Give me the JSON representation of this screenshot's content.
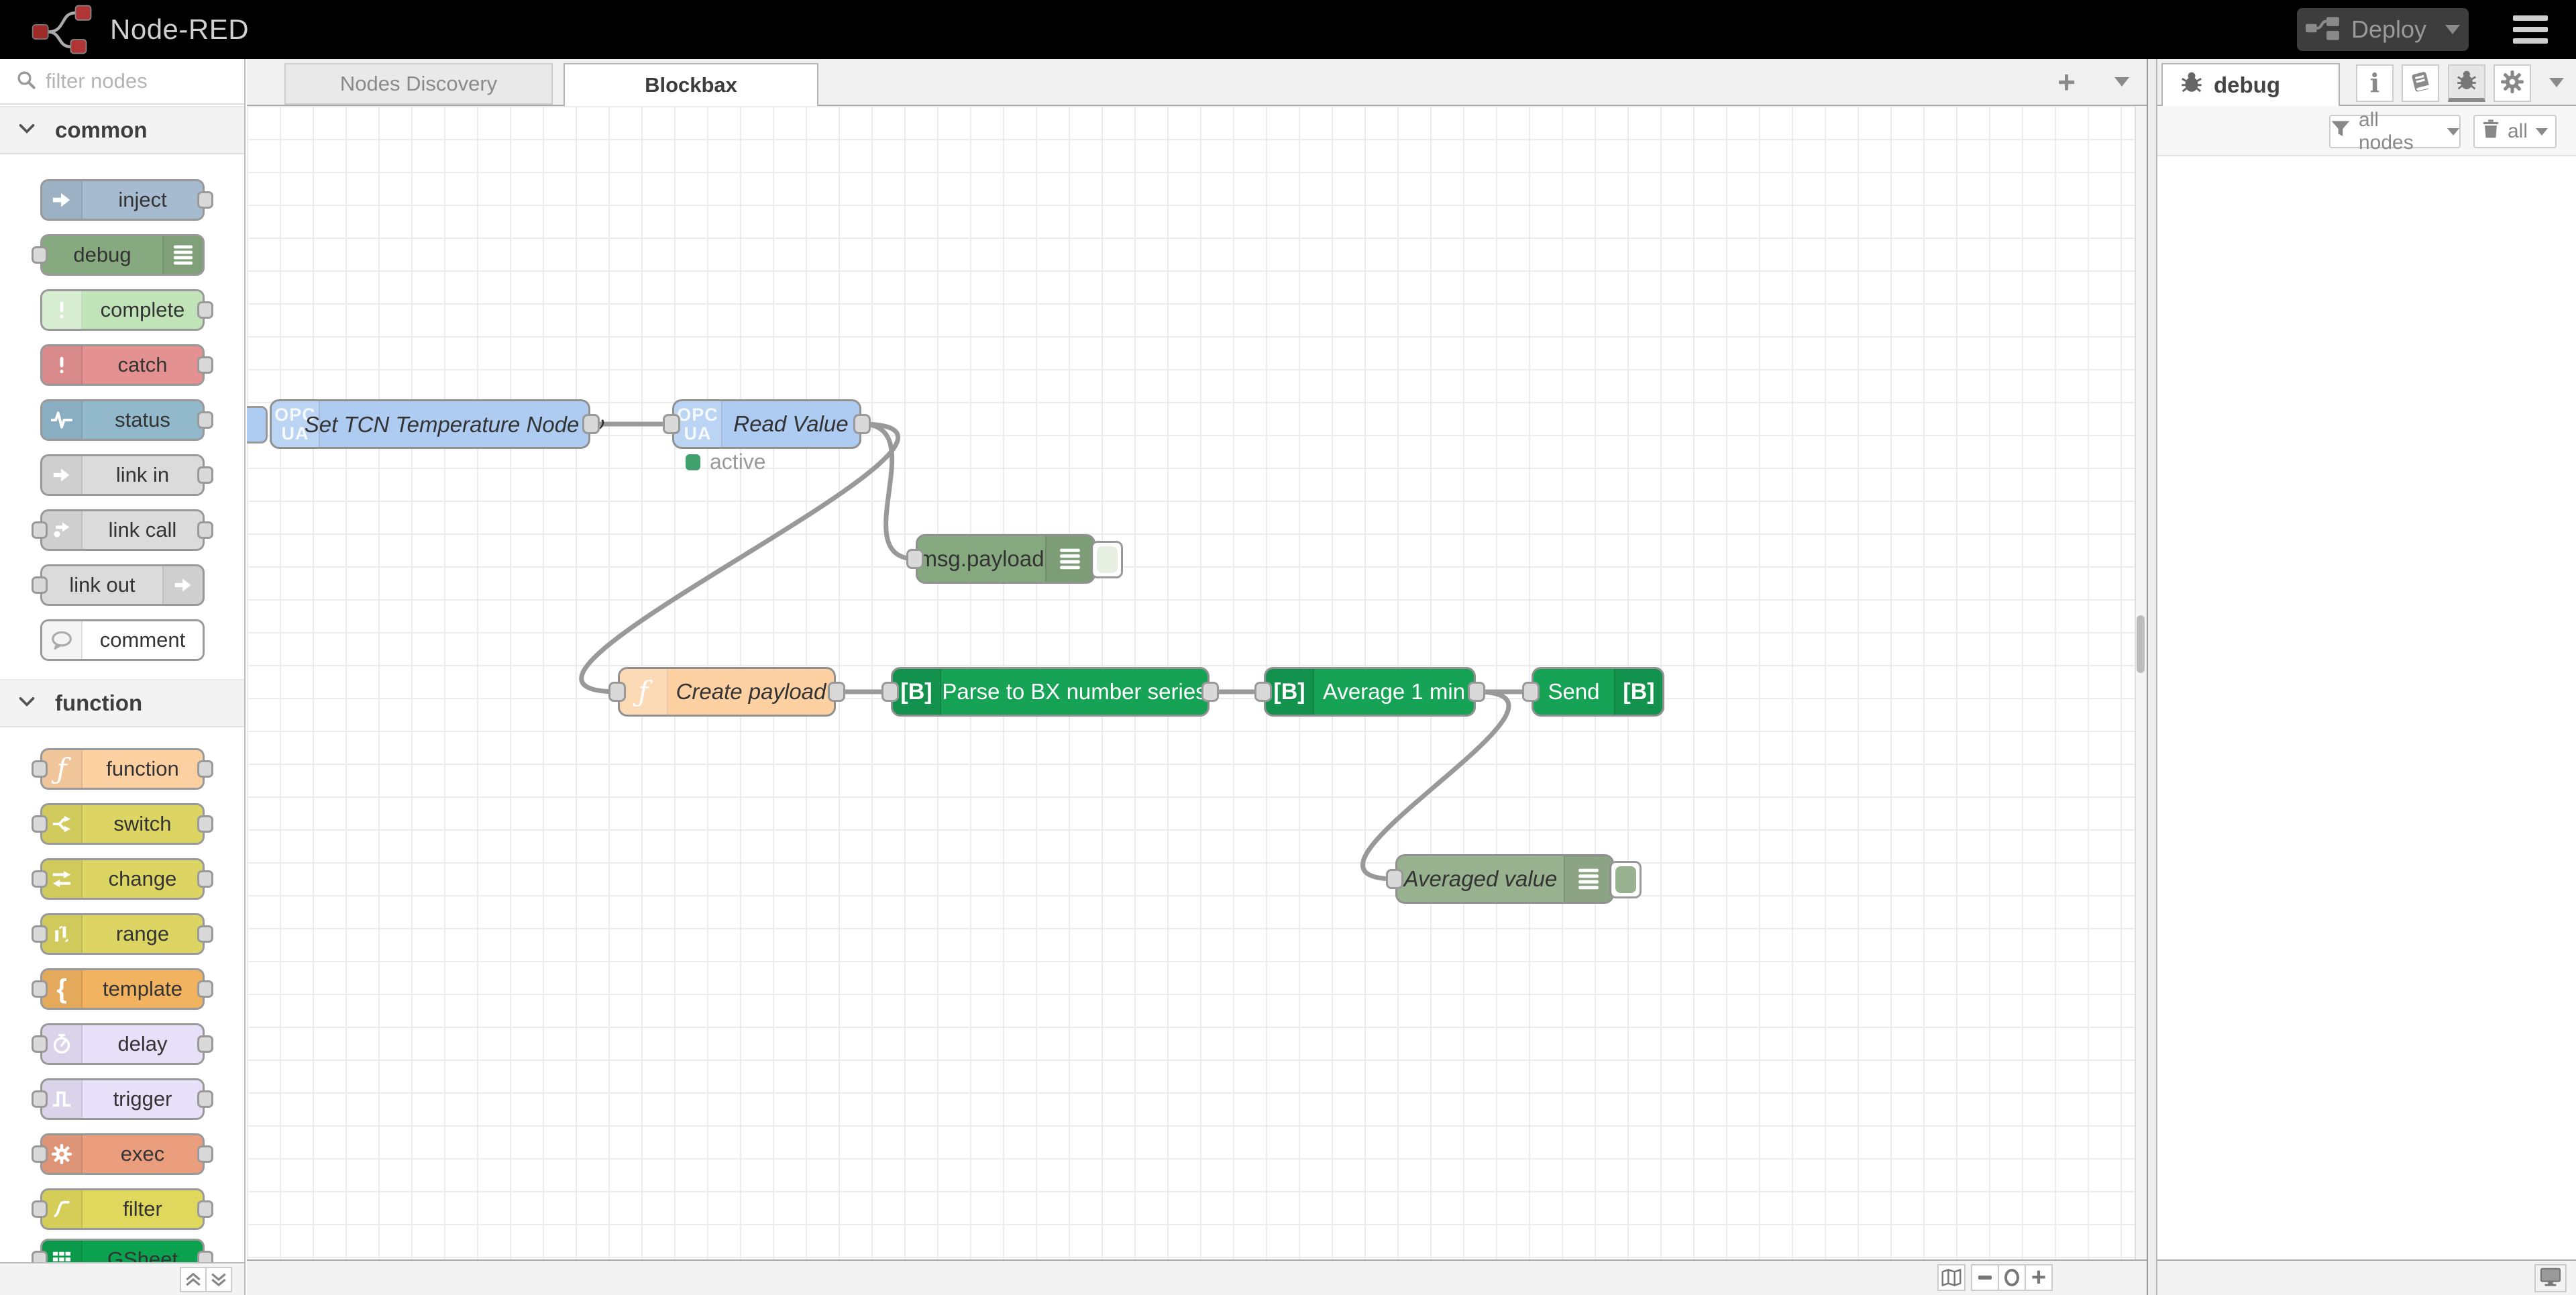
{
  "header": {
    "title": "Node-RED",
    "deploy_label": "Deploy"
  },
  "palette": {
    "filter_placeholder": "filter nodes",
    "categories": [
      {
        "label": "common",
        "items": [
          {
            "label": "inject"
          },
          {
            "label": "debug"
          },
          {
            "label": "complete"
          },
          {
            "label": "catch"
          },
          {
            "label": "status"
          },
          {
            "label": "link in"
          },
          {
            "label": "link call"
          },
          {
            "label": "link out"
          },
          {
            "label": "comment"
          }
        ]
      },
      {
        "label": "function",
        "items": [
          {
            "label": "function"
          },
          {
            "label": "switch"
          },
          {
            "label": "change"
          },
          {
            "label": "range"
          },
          {
            "label": "template"
          },
          {
            "label": "delay"
          },
          {
            "label": "trigger"
          },
          {
            "label": "exec"
          },
          {
            "label": "filter"
          },
          {
            "label": "GSheet"
          }
        ]
      }
    ]
  },
  "workspace": {
    "tabs": [
      {
        "label": "Nodes Discovery"
      },
      {
        "label": "Blockbax"
      }
    ]
  },
  "flow": {
    "opc_icon": {
      "line1": "OPC",
      "line2": "UA"
    },
    "bx_icon": "[B]",
    "nodes": [
      {
        "label": "Set TCN Temperature Node ↻"
      },
      {
        "label": "Read Value",
        "status": "active"
      },
      {
        "label": "msg.payload"
      },
      {
        "label": "Create payload"
      },
      {
        "label": "Parse to BX number series"
      },
      {
        "label": "Average 1 min"
      },
      {
        "label": "Send"
      },
      {
        "label": "Averaged value"
      }
    ]
  },
  "sidebar": {
    "tab_label": "debug",
    "filter_label": "all nodes",
    "clear_label": "all"
  },
  "icons": {
    "logo": "node-red-logo",
    "menu": "hamburger",
    "deploy": "deploy-nodes",
    "search": "magnifier",
    "category_chevron": "chevron-down",
    "info": "i",
    "help": "book",
    "debug": "bug",
    "settings": "gear",
    "filter": "funnel",
    "clear": "trash-can",
    "open_window": "monitor",
    "navigator": "folded-map",
    "zoom_out": "minus",
    "zoom_reset": "circle",
    "zoom_in": "plus",
    "palette_collapse": "double-chevron-up",
    "palette_expand": "double-chevron-down"
  },
  "colors": {
    "header_bg": "#000000",
    "deploy_bg": "#3d3d3d",
    "accent_red": "#b13535",
    "opcua_node": "#aecbf2",
    "blockbax_node": "#16a356",
    "function_node": "#fdd0a2",
    "debug_node": "#87a980",
    "status_active": "#40a06e",
    "wire": "#999999",
    "grid_line": "#ececec",
    "port": "#d9d9d9"
  }
}
